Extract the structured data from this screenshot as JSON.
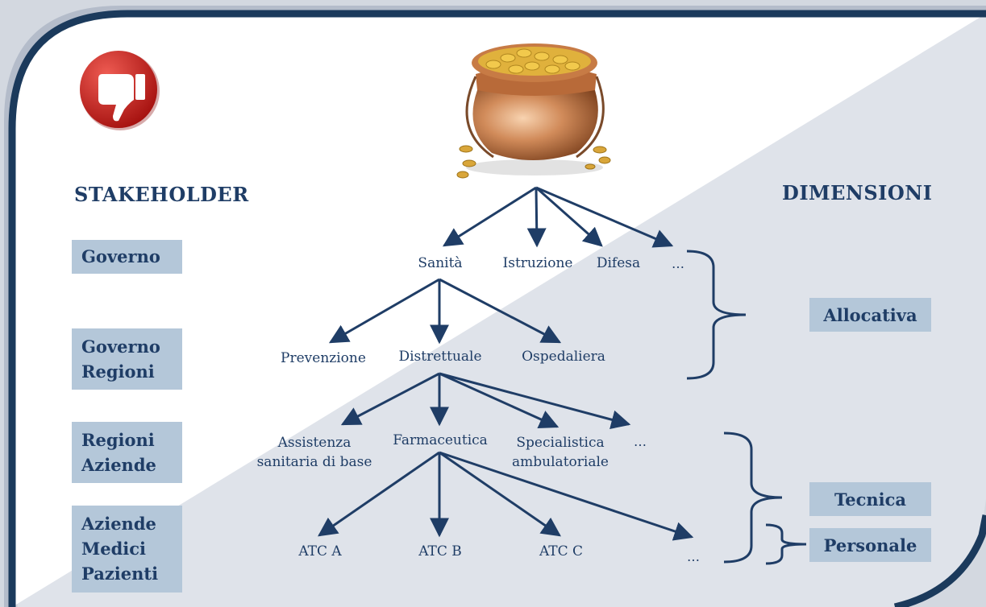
{
  "headings": {
    "stakeholder": "STAKEHOLDER",
    "dimensioni": "DIMENSIONI"
  },
  "stakeholders": {
    "governo": "Governo",
    "governo_regioni": [
      "Governo",
      "Regioni"
    ],
    "regioni_aziende": [
      "Regioni",
      "Aziende"
    ],
    "aziende_medici_pazienti": [
      "Aziende",
      "Medici",
      "Pazienti"
    ]
  },
  "dimensions": {
    "allocativa": "Allocativa",
    "tecnica": "Tecnica",
    "personale": "Personale"
  },
  "tree": {
    "level1": {
      "sanita": "Sanità",
      "istruzione": "Istruzione",
      "difesa": "Difesa",
      "more": "…"
    },
    "level2": {
      "prevenzione": "Prevenzione",
      "distrettuale": "Distrettuale",
      "ospedaliera": "Ospedaliera"
    },
    "level3": {
      "assistenza": "Assistenza sanitaria di base",
      "farmaceutica": "Farmaceutica",
      "specialistica": "Specialistica ambulatoriale",
      "more": "…"
    },
    "level4": {
      "atc_a": "ATC A",
      "atc_b": "ATC B",
      "atc_c": "ATC C",
      "more": "…"
    }
  },
  "icons": {
    "pot": "pot-of-gold-icon",
    "thumb": "thumbs-down-icon"
  },
  "colors": {
    "text": "#1f3d66",
    "box": "#b4c7d9",
    "badge": "#c8201e",
    "frame": "#1b3a5c"
  }
}
